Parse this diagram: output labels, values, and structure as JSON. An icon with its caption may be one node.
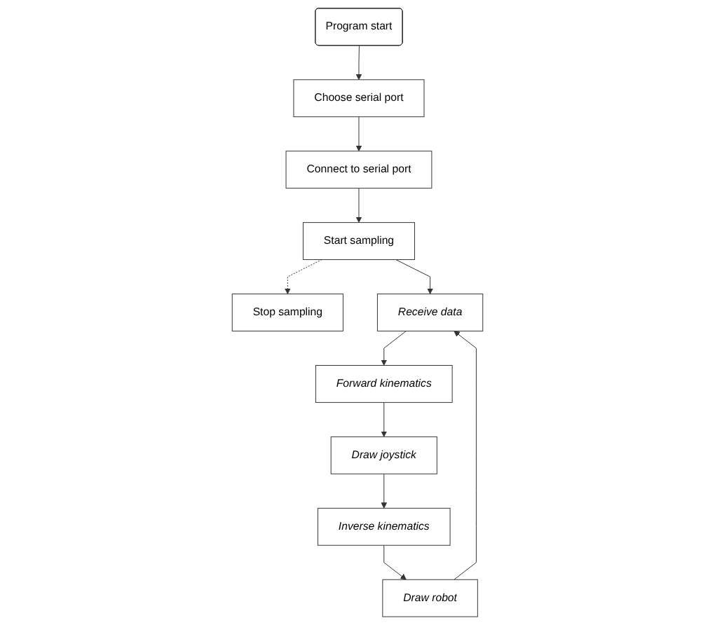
{
  "diagram": {
    "nodes": [
      {
        "text": [
          "Program start"
        ]
      },
      {
        "text": [
          "Choose serial port"
        ]
      },
      {
        "text": [
          "Connect to serial port"
        ]
      },
      {
        "text": [
          "Start sampling"
        ]
      },
      {
        "text": [
          "Stop sampling"
        ]
      },
      {
        "text": [
          "Receive data"
        ]
      },
      {
        "text": [
          "Forward kinematics"
        ]
      },
      {
        "text": [
          "Draw joystick"
        ]
      },
      {
        "text": [
          "Inverse kinematics"
        ]
      },
      {
        "text": [
          "Draw robot"
        ]
      }
    ],
    "edges": [
      {
        "from": 0,
        "to": 1,
        "arrow": "to"
      },
      {
        "from": 1,
        "to": 2,
        "arrow": "to"
      },
      {
        "from": 2,
        "to": 3,
        "arrow": "to"
      },
      {
        "from": 3,
        "to": 4,
        "arrow": "to",
        "style": "dashed"
      },
      {
        "from": 3,
        "to": 5,
        "arrow": "to"
      },
      {
        "from": 5,
        "to": 6,
        "arrow": "to"
      },
      {
        "from": 6,
        "to": 7,
        "arrow": "to"
      },
      {
        "from": 7,
        "to": 8,
        "arrow": "to"
      },
      {
        "from": 8,
        "to": 9,
        "arrow": "to"
      },
      {
        "from": 9,
        "to": 5,
        "arrow": "to"
      }
    ]
  }
}
